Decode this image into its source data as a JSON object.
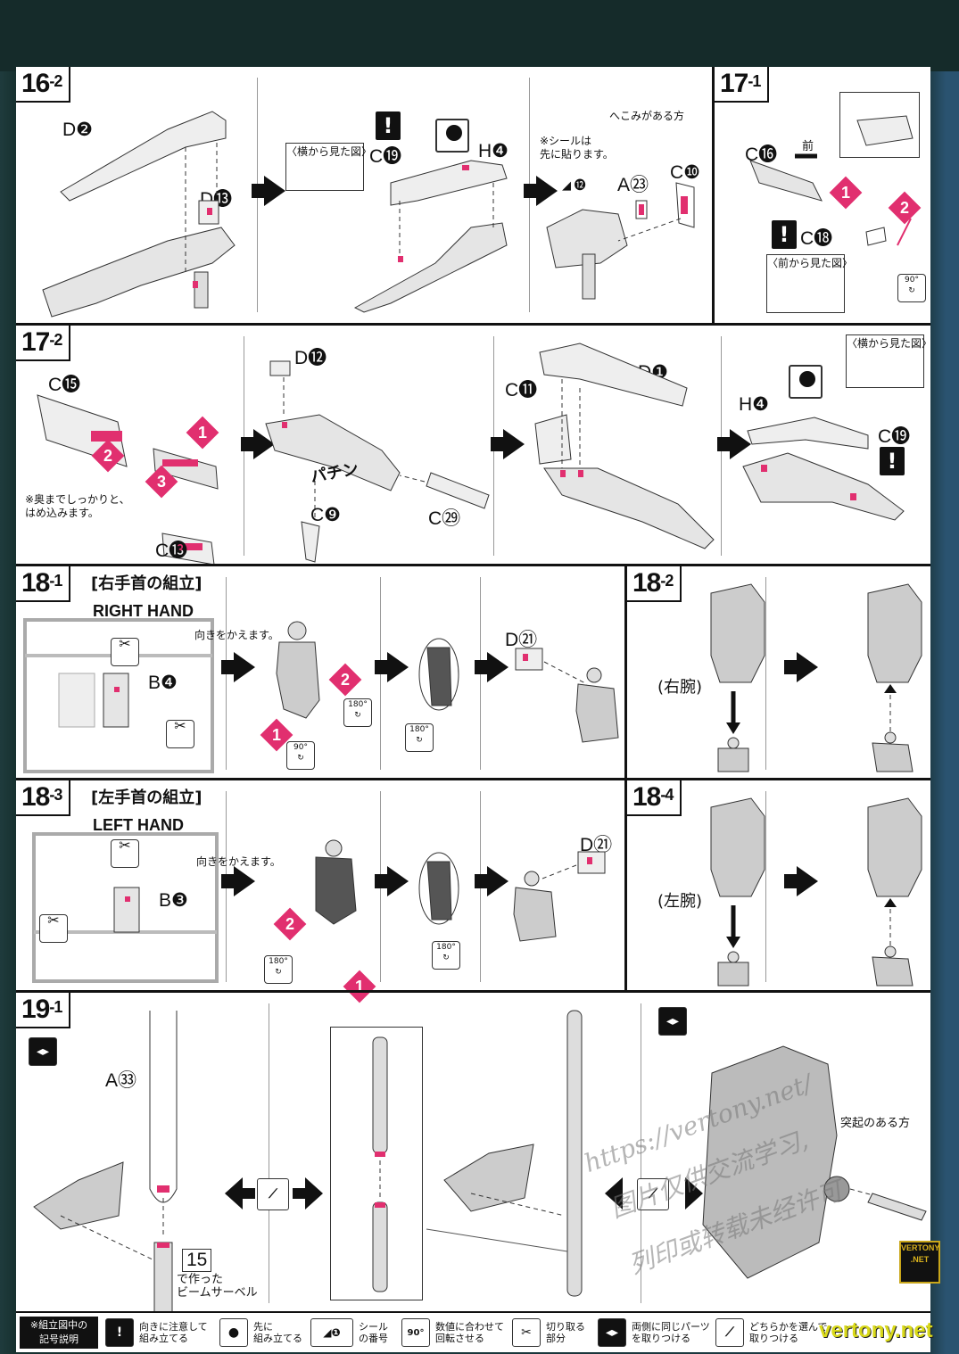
{
  "steps": {
    "s16_2": {
      "num": "16",
      "sub": "-2"
    },
    "s17_1": {
      "num": "17",
      "sub": "-1"
    },
    "s17_2": {
      "num": "17",
      "sub": "-2"
    },
    "s18_1": {
      "num": "18",
      "sub": "-1"
    },
    "s18_2": {
      "num": "18",
      "sub": "-2"
    },
    "s18_3": {
      "num": "18",
      "sub": "-3"
    },
    "s18_4": {
      "num": "18",
      "sub": "-4"
    },
    "s19_1": {
      "num": "19",
      "sub": "-1"
    }
  },
  "parts": {
    "d2": "D❷",
    "d13": "D⓭",
    "c19": "C⓳",
    "h4": "H❹",
    "a23": "A㉓",
    "c10": "C❿",
    "seal12": "⓬",
    "c16": "C⓰",
    "c18": "C⓲",
    "c15": "C⓯",
    "c13": "C⓭",
    "d12": "D⓬",
    "c9": "C❾",
    "c29": "C㉙",
    "c11": "C⓫",
    "d1": "D❶",
    "b4": "B❹",
    "d21": "D㉑",
    "b3": "B❸",
    "a33": "A㉝",
    "ref15": "15"
  },
  "text": {
    "side_view": "〈横から見た図〉",
    "front_view": "〈前から見た図〉",
    "seal_first": "※シールは\n先に貼ります。",
    "dent_side": "へこみがある方",
    "front": "前",
    "insert_fully": "※奥までしっかりと、\nはめ込みます。",
    "snap": "パチン",
    "right_wrist": "[右手首の組立]",
    "right_hand": "RIGHT HAND",
    "left_wrist": "[左手首の組立]",
    "left_hand": "LEFT HAND",
    "turn_around": "向きをかえます。",
    "right_arm": "(右腕)",
    "left_arm": "(左腕)",
    "beam_saber": "で作った\nビームサーベル",
    "protrusion_side": "突起のある方"
  },
  "badges": {
    "one": "1",
    "two": "2",
    "three": "3"
  },
  "rotations": {
    "r90": "90°",
    "r180": "180°"
  },
  "legend": {
    "title": "※組立図中の\n記号説明",
    "items": [
      {
        "icon": "!",
        "icon_name": "caution-icon",
        "text": "向きに注意して\n組み立てる"
      },
      {
        "icon": "●",
        "icon_name": "assemble-first-icon",
        "text": "先に\n組み立てる"
      },
      {
        "icon": "◢❶",
        "icon_name": "seal-number-icon",
        "text": "シール\nの番号"
      },
      {
        "icon": "90°",
        "icon_name": "rotate-icon",
        "text": "数値に合わせて\n回転させる"
      },
      {
        "icon": "✂",
        "icon_name": "cut-icon",
        "text": "切り取る\n部分"
      },
      {
        "icon": "◂▸",
        "icon_name": "both-sides-icon",
        "text": "両側に同じパーツ\nを取りつける"
      },
      {
        "icon": "⟋",
        "icon_name": "choose-one-icon",
        "text": "どちらかを選んで\n取りつける"
      }
    ]
  },
  "watermark": {
    "url": "https://vertony.net/",
    "line1": "图片仅供交流学习,",
    "line2": "列印或转载未经许可",
    "brand": "vertony.net",
    "logo_top": "VERTONY",
    "logo_bottom": ".NET"
  },
  "colors": {
    "accent": "#e12f6f",
    "ink": "#111111",
    "paper": "#ffffff",
    "frame": "#1d3a44"
  }
}
